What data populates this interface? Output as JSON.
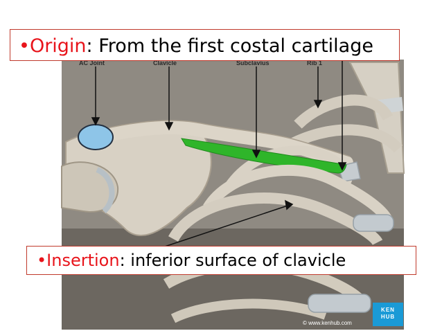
{
  "origin": {
    "bullet": "•",
    "key": "Origin",
    "text": ": From the first costal cartilage"
  },
  "insertion": {
    "bullet": "•",
    "key": "Insertion",
    "text": ": inferior surface of clavicle"
  },
  "labels": {
    "ac_joint": "AC Joint",
    "clavicle": "Clavicle",
    "subclavius": "Subclavius",
    "rib1": "Rib 1"
  },
  "brand": {
    "line1": "KEN",
    "line2": "HUB",
    "watermark": "© www.kenhub.com"
  },
  "colors": {
    "key_text": "#e8141b",
    "box_border": "#c0392b",
    "muscle": "#2fb52a",
    "joint": "#8ec5e8",
    "badge": "#1a9ad6"
  }
}
